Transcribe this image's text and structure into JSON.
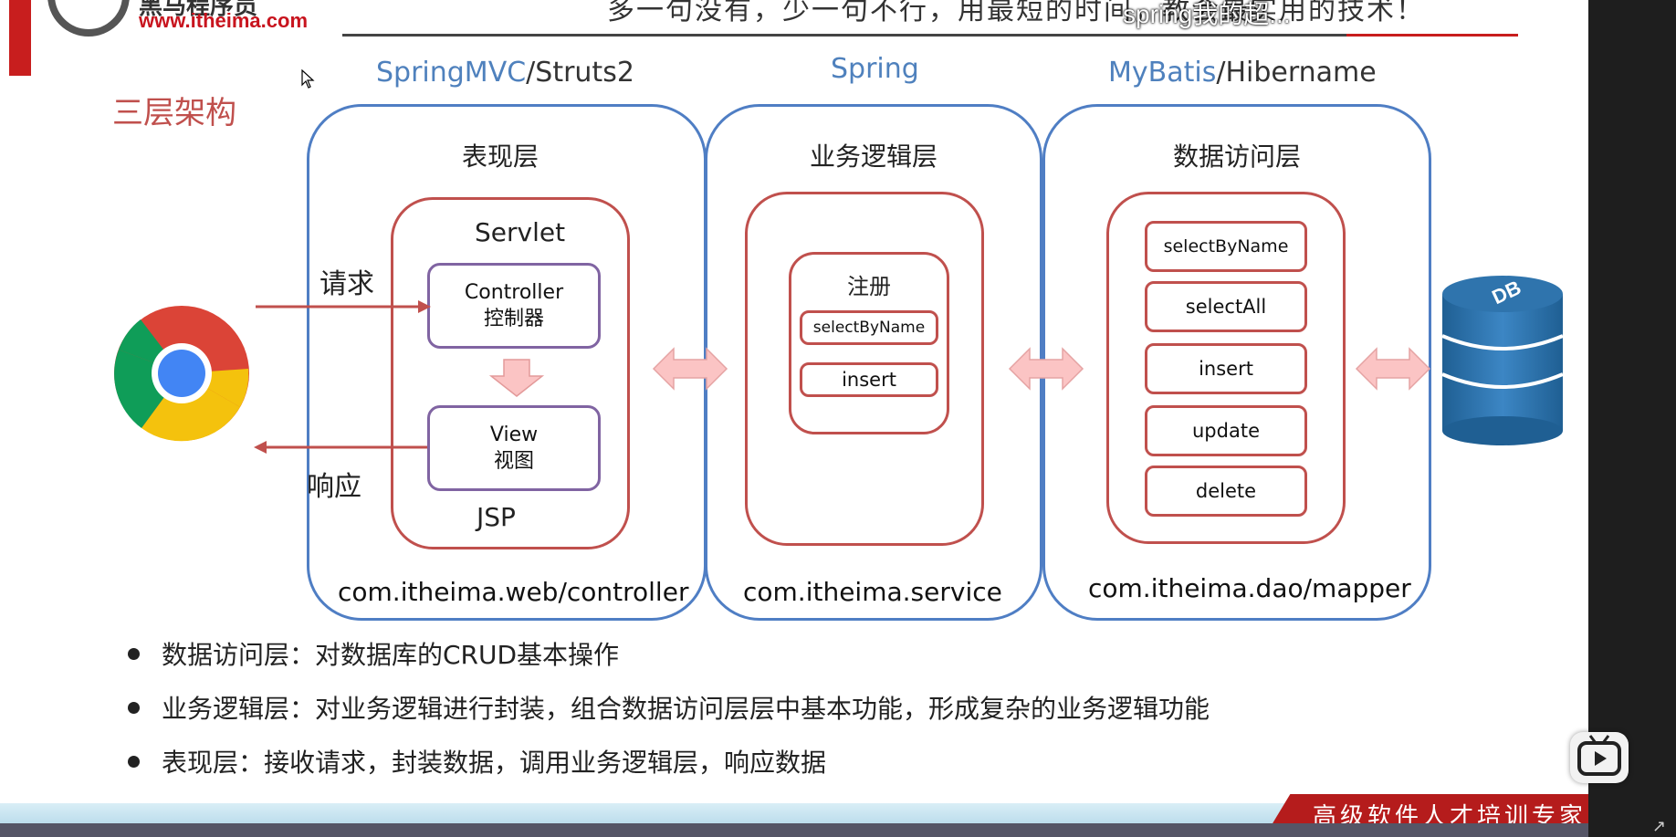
{
  "header": {
    "logo_url": "www.itheima.com",
    "logo_brand": "黑马程序员",
    "slogan": "多一句没有，少一句不行，用最短的时间，教会最实用的技术！",
    "slogan_overlay": "spring我的超..."
  },
  "section_title": "三层架构",
  "tiers": [
    {
      "head_highlight": "SpringMVC",
      "head_rest": "/Struts2",
      "layer": "表现层",
      "package": "com.itheima.web/controller"
    },
    {
      "head_highlight": "Spring",
      "head_rest": "",
      "layer": "业务逻辑层",
      "package": "com.itheima.service"
    },
    {
      "head_highlight": "MyBatis",
      "head_rest": "/Hibername",
      "layer": "数据访问层",
      "package": "com.itheima.dao/mapper"
    }
  ],
  "presentation": {
    "top_label": "Servlet",
    "controller_line1": "Controller",
    "controller_line2": "控制器",
    "view_line1": "View",
    "view_line2": "视图",
    "bottom_label": "JSP"
  },
  "service": {
    "group_label": "注册",
    "items": [
      "selectByName",
      "insert"
    ]
  },
  "dao": {
    "items": [
      "selectByName",
      "selectAll",
      "insert",
      "update",
      "delete"
    ]
  },
  "request_label": "请求",
  "response_label": "响应",
  "db_label": "DB",
  "bullets": [
    "数据访问层：对数据库的CRUD基本操作",
    "业务逻辑层：对业务逻辑进行封装，组合数据访问层层中基本功能，形成复杂的业务逻辑功能",
    "表现层：接收请求，封装数据，调用业务逻辑层，响应数据"
  ],
  "footer_text": "高级软件人才培训专家",
  "colors": {
    "blue_box": "#4f7ec4",
    "red_box": "#c0504d",
    "purple_box": "#8064a2",
    "arrow_fill": "#fbc4c4"
  }
}
